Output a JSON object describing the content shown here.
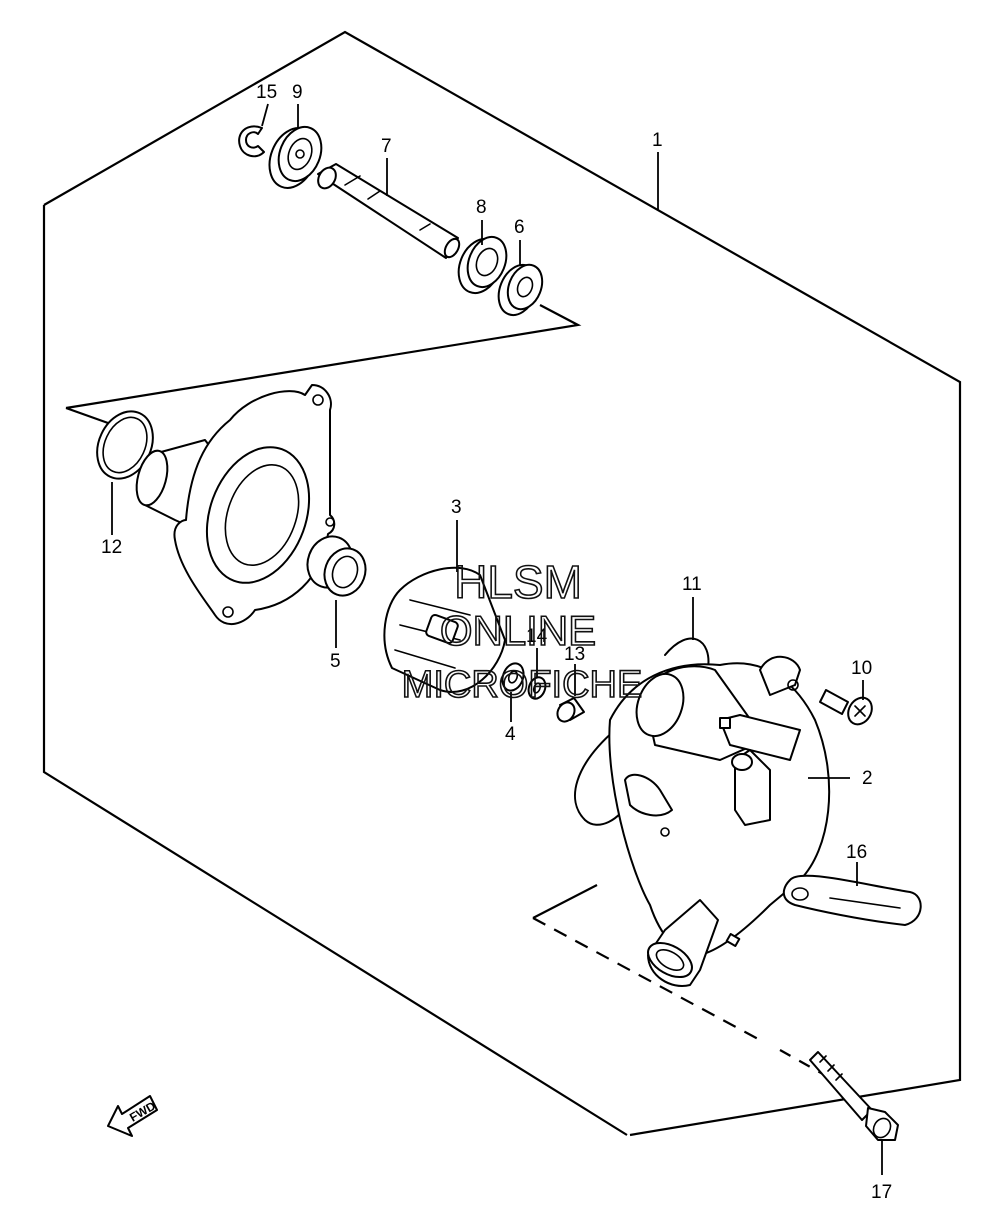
{
  "diagram": {
    "callouts": [
      "1",
      "2",
      "3",
      "4",
      "5",
      "6",
      "7",
      "8",
      "9",
      "10",
      "11",
      "12",
      "13",
      "14",
      "15",
      "16",
      "17"
    ],
    "watermark": {
      "line1": "HLSM",
      "line2": "ONLINE",
      "line3": "MICROFICHE"
    },
    "fwd_label": "FWD"
  }
}
